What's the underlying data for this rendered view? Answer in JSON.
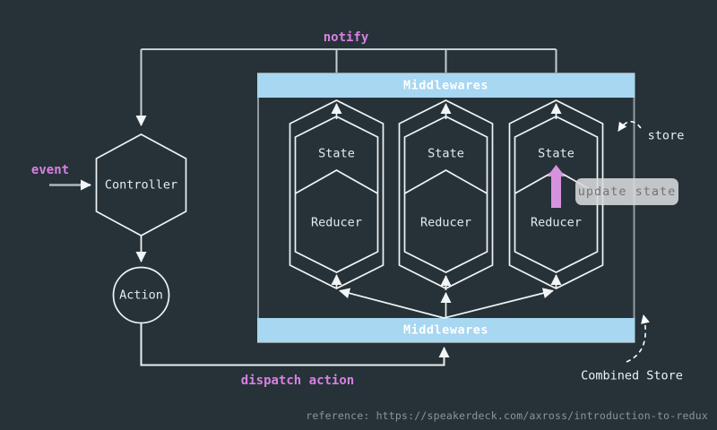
{
  "colors": {
    "background": "#263238",
    "middleware_bar": "#a7d7f1",
    "accent_magenta": "#d880e2",
    "update_arrow_pink": "#d593df",
    "badge_background": "#d8dbdc",
    "line_white": "#f0f3f4",
    "box_border_gray": "#919b9f"
  },
  "nodes": {
    "controller": "Controller",
    "action": "Action",
    "middlewares_top": "Middlewares",
    "middlewares_bottom": "Middlewares",
    "columns": [
      {
        "state": "State",
        "reducer": "Reducer"
      },
      {
        "state": "State",
        "reducer": "Reducer"
      },
      {
        "state": "State",
        "reducer": "Reducer"
      }
    ]
  },
  "edges": {
    "event": "event",
    "notify": "notify",
    "dispatch_action": "dispatch action",
    "update_state": "update state"
  },
  "annotations": {
    "store": "store",
    "combined_store": "Combined Store",
    "reference": "reference: https://speakerdeck.com/axross/introduction-to-redux"
  }
}
